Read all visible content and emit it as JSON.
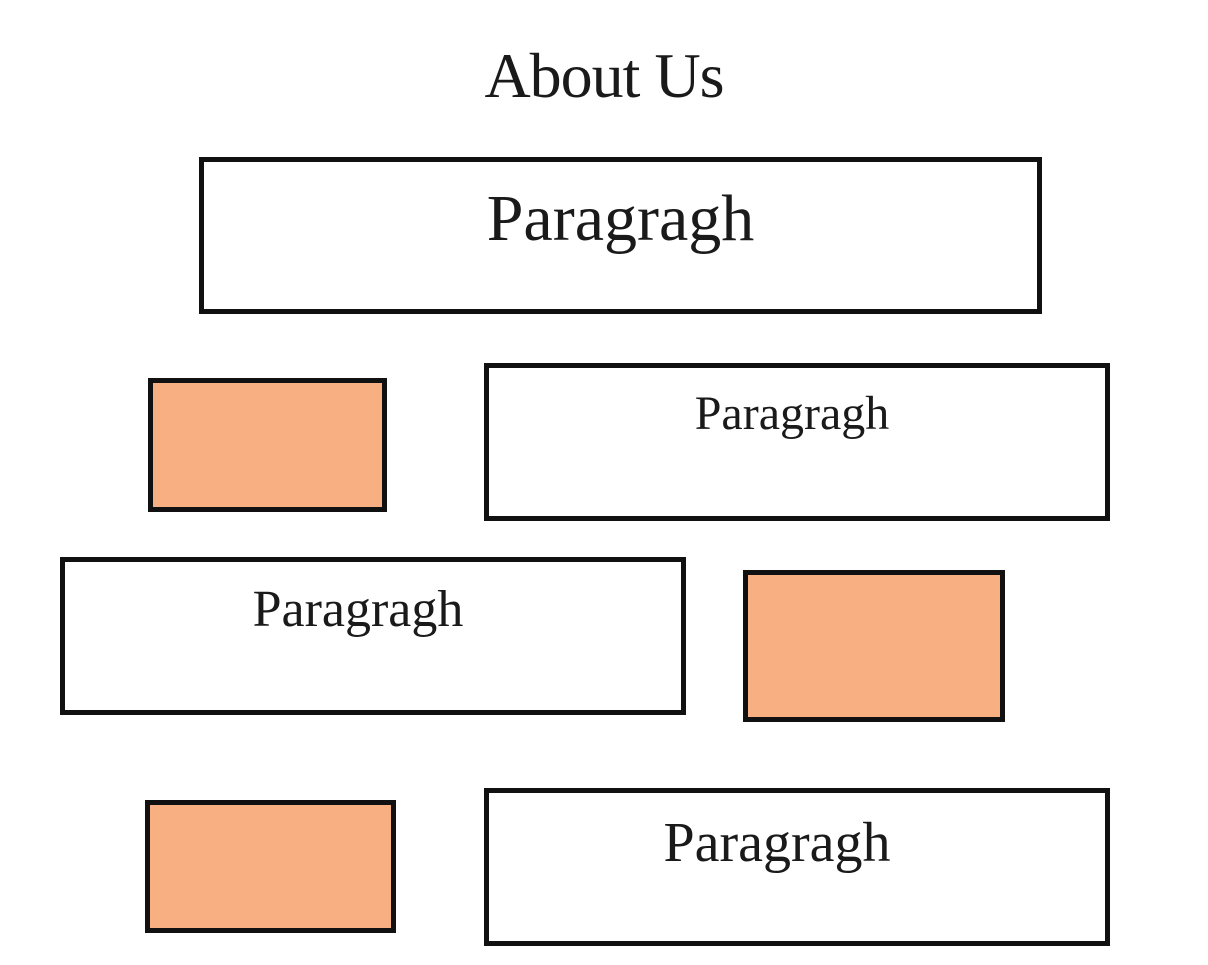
{
  "title": "About Us",
  "colors": {
    "image_placeholder_fill": "#F8AF82",
    "border": "#111111",
    "text": "#1a1a1a",
    "background": "#ffffff"
  },
  "sections": [
    {
      "paragraph": "Paragragh"
    },
    {
      "paragraph": "Paragragh"
    },
    {
      "paragraph": "Paragragh"
    },
    {
      "paragraph": "Paragragh"
    }
  ]
}
